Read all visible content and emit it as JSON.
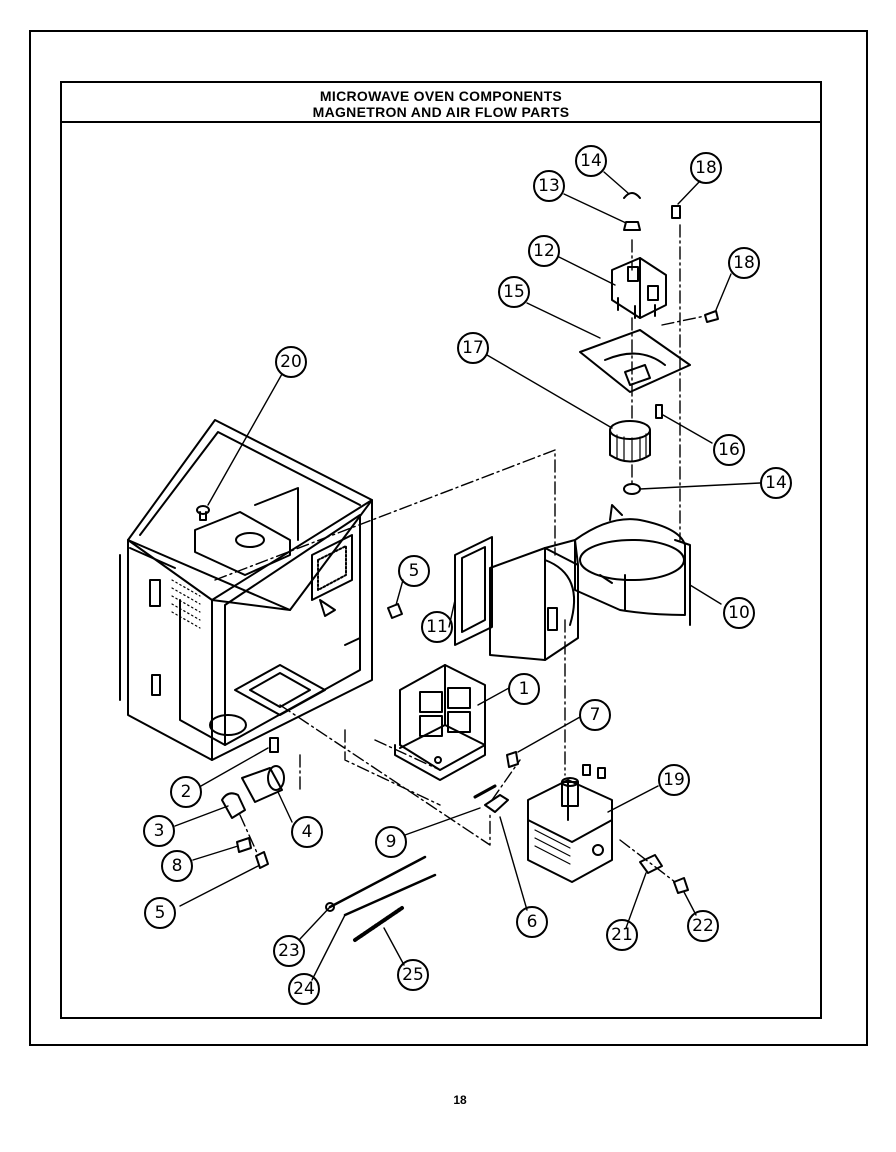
{
  "title": {
    "line1": "MICROWAVE OVEN COMPONENTS",
    "line2": "MAGNETRON AND AIR FLOW PARTS"
  },
  "page_number": "18",
  "callouts": {
    "c1": "1",
    "c2": "2",
    "c3": "3",
    "c4": "4",
    "c5a": "5",
    "c5b": "5",
    "c6": "6",
    "c7": "7",
    "c8": "8",
    "c9": "9",
    "c10": "10",
    "c11": "11",
    "c12": "12",
    "c13": "13",
    "c14a": "14",
    "c14b": "14",
    "c15": "15",
    "c16": "16",
    "c17": "17",
    "c18a": "18",
    "c18b": "18",
    "c19": "19",
    "c20": "20",
    "c21": "21",
    "c22": "22",
    "c23": "23",
    "c24": "24",
    "c25": "25"
  }
}
